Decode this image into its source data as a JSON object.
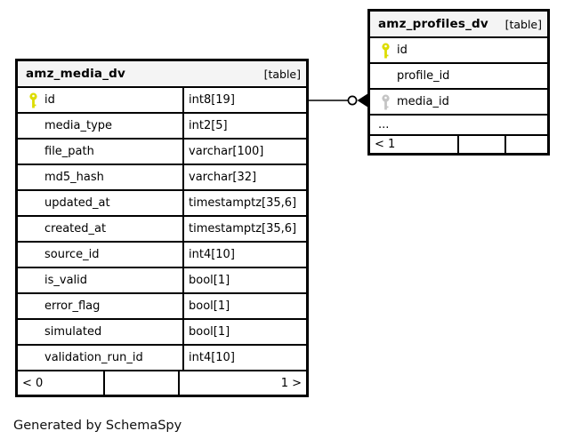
{
  "diagram": {
    "generated_note": "Generated by SchemaSpy",
    "colors": {
      "header_bg": "#f4f4f4",
      "border": "#000000",
      "primary_key_icon": "#dddd00",
      "foreign_key_icon": "#c4c4c4"
    },
    "relationship": {
      "from_table": "amz_media_dv",
      "from_column": "id",
      "to_table": "amz_profiles_dv",
      "to_column": "media_id"
    },
    "tables": [
      {
        "name": "amz_media_dv",
        "badge": "[table]",
        "columns": [
          {
            "name": "id",
            "type": "int8[19]",
            "key": "primary"
          },
          {
            "name": "media_type",
            "type": "int2[5]",
            "key": ""
          },
          {
            "name": "file_path",
            "type": "varchar[100]",
            "key": ""
          },
          {
            "name": "md5_hash",
            "type": "varchar[32]",
            "key": ""
          },
          {
            "name": "updated_at",
            "type": "timestamptz[35,6]",
            "key": ""
          },
          {
            "name": "created_at",
            "type": "timestamptz[35,6]",
            "key": ""
          },
          {
            "name": "source_id",
            "type": "int4[10]",
            "key": ""
          },
          {
            "name": "is_valid",
            "type": "bool[1]",
            "key": ""
          },
          {
            "name": "error_flag",
            "type": "bool[1]",
            "key": ""
          },
          {
            "name": "simulated",
            "type": "bool[1]",
            "key": ""
          },
          {
            "name": "validation_run_id",
            "type": "int4[10]",
            "key": ""
          }
        ],
        "footer": {
          "left": "< 0",
          "middle": "",
          "right": "1 >"
        }
      },
      {
        "name": "amz_profiles_dv",
        "badge": "[table]",
        "columns": [
          {
            "name": "id",
            "key": "primary"
          },
          {
            "name": "profile_id",
            "key": ""
          },
          {
            "name": "media_id",
            "key": "foreign"
          }
        ],
        "ellipsis": "...",
        "footer": {
          "left": "< 1",
          "middle": "",
          "right": ""
        }
      }
    ]
  }
}
